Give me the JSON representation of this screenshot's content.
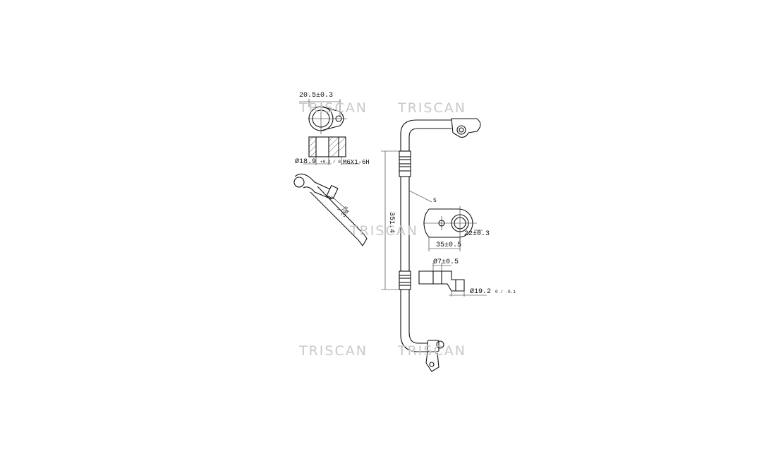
{
  "watermark": "TRISCAN",
  "dimensions": {
    "top_width": "20.5±0.3",
    "top_bore": "Ø18.9",
    "top_bore_tol": "+0.2 / 0",
    "thread": "M6X1-6H",
    "angle": "30°",
    "overall_length": "351.4",
    "side_marker": "5",
    "hole_spacing": "22±0.3",
    "flange_width": "35±0.5",
    "pin_dia": "Ø7±0.5",
    "bottom_bore": "Ø19.2",
    "bottom_bore_tol": "0 / -0.1"
  },
  "colors": {
    "line": "#111111",
    "watermark": "#c9c9c9",
    "background": "#ffffff"
  }
}
